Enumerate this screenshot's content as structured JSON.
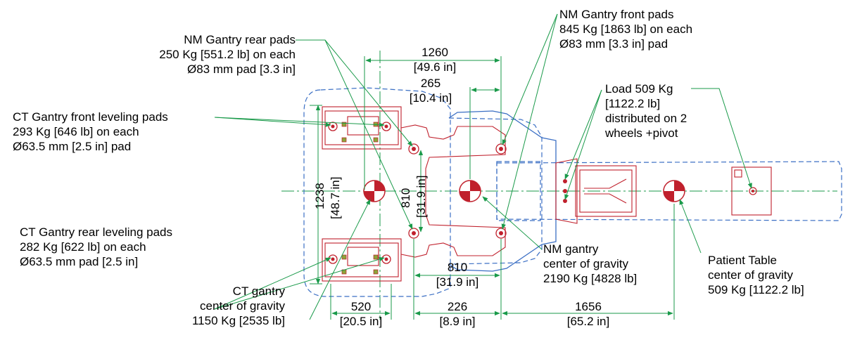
{
  "colors": {
    "outline": "#3b6fc4",
    "body": "#c0202c",
    "pad": "#c0202c",
    "pad_fill": "#8aa63a",
    "dim": "#1a9a4a",
    "leader": "#1a9a4a",
    "cog_red": "#c0202c",
    "text": "#000000"
  },
  "callouts": {
    "nm_rear_pads": [
      "NM Gantry rear pads",
      "250 Kg [551.2 lb] on each",
      "Ø83 mm pad [3.3 in]"
    ],
    "nm_front_pads": [
      "NM Gantry front pads",
      "845 Kg [1863 lb] on each",
      "Ø83 mm [3.3 in] pad"
    ],
    "load": [
      "Load 509 Kg",
      "[1122.2 lb]",
      "distributed on 2",
      "wheels +pivot"
    ],
    "ct_front_pads": [
      "CT Gantry front leveling pads",
      "293 Kg [646 lb] on each",
      "Ø63.5 mm [2.5 in] pad"
    ],
    "ct_rear_pads": [
      "CT Gantry rear leveling pads",
      "282 Kg [622 lb] on each",
      "Ø63.5 mm pad [2.5 in]"
    ],
    "ct_cog": [
      "CT gantry",
      "center of gravity",
      "1150 Kg [2535 lb]"
    ],
    "nm_cog": [
      "NM gantry",
      "center of gravity",
      "2190 Kg [4828 lb]"
    ],
    "table_cog": [
      "Patient Table",
      "center of gravity",
      "509 Kg [1122.2 lb]"
    ]
  },
  "dimensions": {
    "d1260": [
      "1260",
      "[49.6 in]"
    ],
    "d265": [
      "265",
      "[10.4 in]"
    ],
    "d1238": [
      "1238",
      "[48.7 in]"
    ],
    "d810v": [
      "810",
      "[31.9 in]"
    ],
    "d810h": [
      "810",
      "[31.9 in]"
    ],
    "d520": [
      "520",
      "[20.5 in]"
    ],
    "d226": [
      "226",
      "[8.9 in]"
    ],
    "d1656": [
      "1656",
      "[65.2 in]"
    ]
  }
}
